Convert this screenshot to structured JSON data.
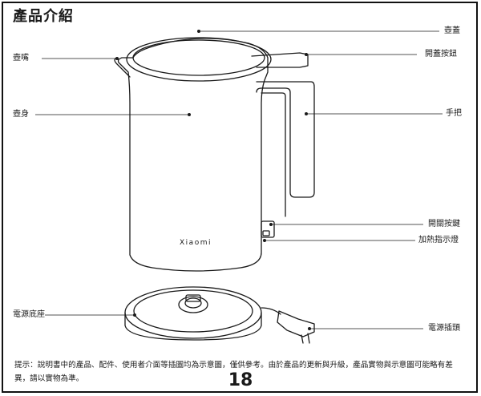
{
  "title": "產品介紹",
  "labels": {
    "lid": "壺蓋",
    "spout": "壺嘴",
    "lid_button": "開蓋按鈕",
    "body": "壺身",
    "handle": "手把",
    "switch": "開關按鍵",
    "indicator": "加熱指示燈",
    "base": "電源底座",
    "plug": "電源插頭"
  },
  "brand": "Xiaomi",
  "note": "提示：說明書中的產品、配件、使用者介面等插圖均為示意圖，僅供參考。由於產品的更新與升級，產品實物與示意圖可能略有差異，請以實物為準。",
  "page_number": "18",
  "icons": [
    "kettle-illustration",
    "power-base-illustration",
    "power-plug-illustration"
  ],
  "colors": {
    "line": "#1a1a1a",
    "background": "#ffffff"
  }
}
